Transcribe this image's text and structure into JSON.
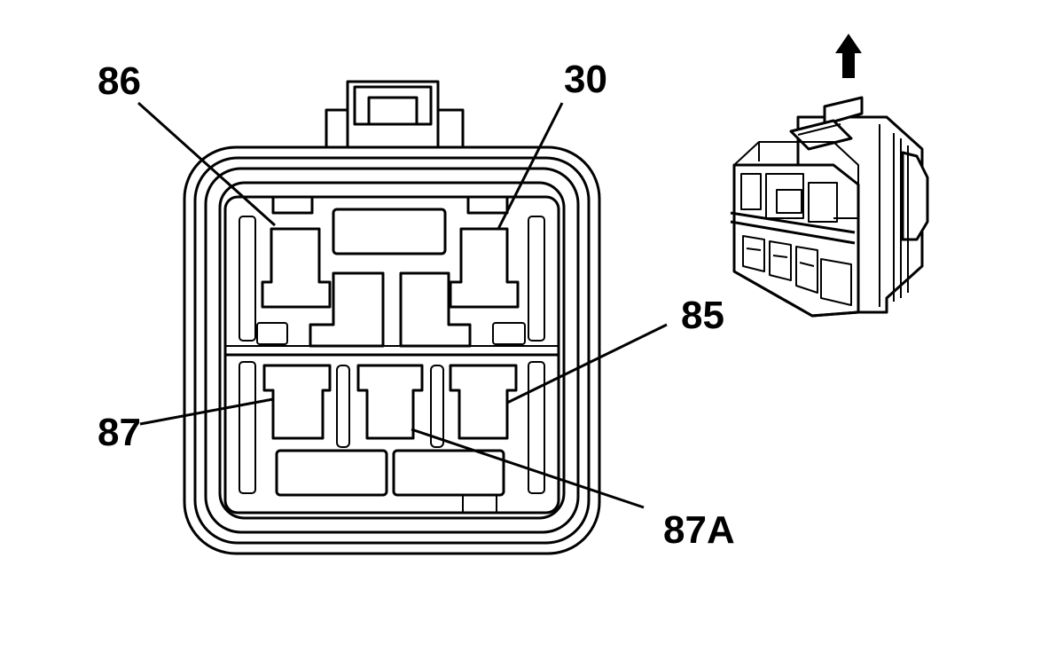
{
  "connector": {
    "pins": [
      {
        "key": "p86",
        "label": "86"
      },
      {
        "key": "p30",
        "label": "30"
      },
      {
        "key": "p85",
        "label": "85"
      },
      {
        "key": "p87",
        "label": "87"
      },
      {
        "key": "p87a",
        "label": "87A"
      }
    ]
  },
  "orientation": {
    "arrow_icon": "arrow-up-icon"
  },
  "colors": {
    "line": "#000000",
    "background": "#ffffff"
  }
}
